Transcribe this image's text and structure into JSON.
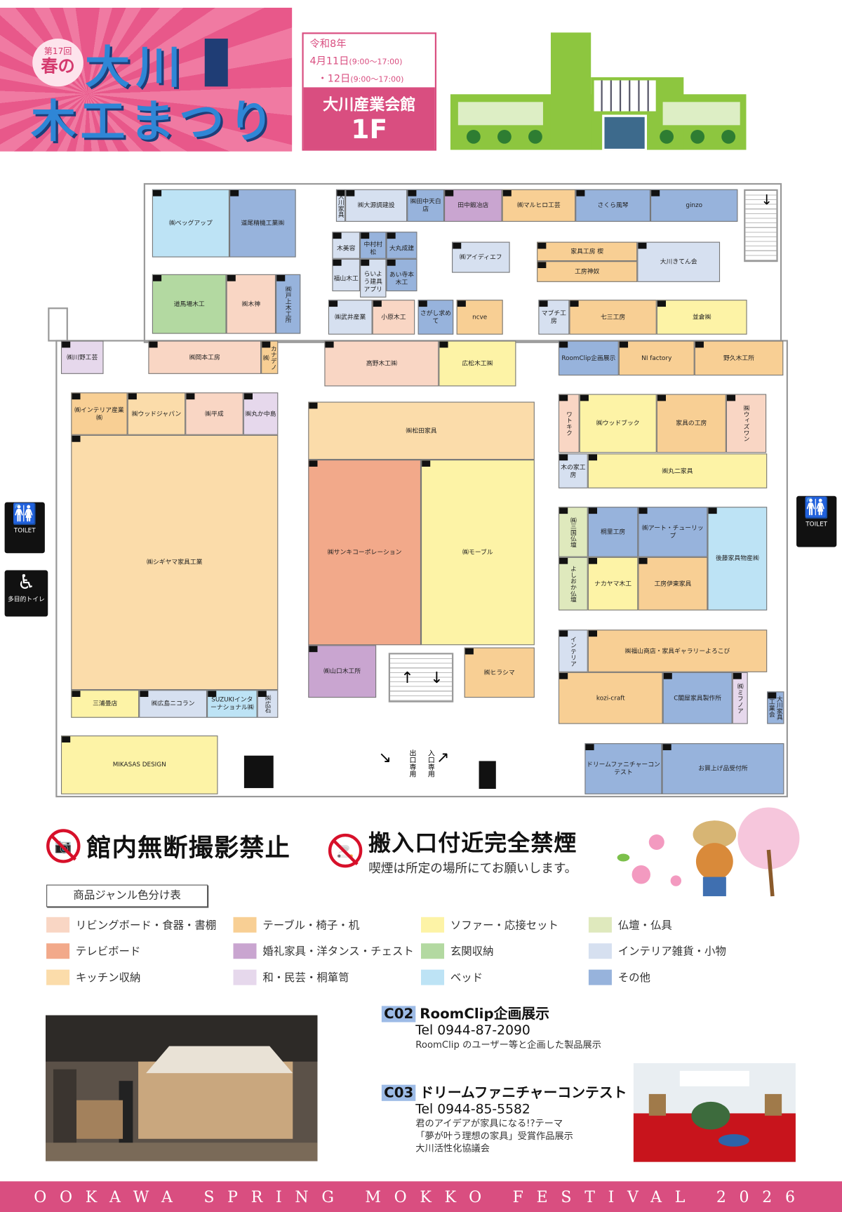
{
  "header": {
    "edition": "第17回",
    "spring": "春の",
    "title_line1": "大川",
    "title_line2": "木工まつり",
    "date_era": "令和8年",
    "date_day1": "4月11日",
    "time_day1": "(9:00〜17:00)",
    "date_day2": "・12日",
    "time_day2": "(9:00〜17:00)",
    "venue": "大川産業会館",
    "floor": "1F"
  },
  "colors": {
    "brand_pink": "#d94e80",
    "living": "#f9d6c4",
    "tv": "#f2a98a",
    "kitchen": "#fbdcaa",
    "table": "#f8cf94",
    "wedding": "#c9a5d0",
    "japanese": "#e6d8ec",
    "sofa": "#fdf3a6",
    "entrance": "#b3d9a1",
    "bed": "#bde3f5",
    "butsudan": "#dfe9bd",
    "interior": "#d6e0f0",
    "other": "#97b3dc"
  },
  "booths": [
    {
      "name": "㈱ベッグアップ",
      "genre": "bed"
    },
    {
      "name": "道尾精機工業㈱",
      "genre": "other"
    },
    {
      "name": "道馬場木工",
      "genre": "entrance"
    },
    {
      "name": "㈱木神",
      "genre": "living"
    },
    {
      "name": "㈱戸上木工所",
      "genre": "other"
    },
    {
      "name": "大川家具",
      "genre": "interior"
    },
    {
      "name": "㈱大源調建設",
      "genre": "interior"
    },
    {
      "name": "㈱田中天白店",
      "genre": "other"
    },
    {
      "name": "田中鍛冶店",
      "genre": "wedding"
    },
    {
      "name": "㈱マルヒロ工芸",
      "genre": "table"
    },
    {
      "name": "さくら風琴",
      "genre": "other"
    },
    {
      "name": "ginzo",
      "genre": "other"
    },
    {
      "name": "木美容",
      "genre": "interior"
    },
    {
      "name": "中村村松",
      "genre": "other"
    },
    {
      "name": "大丸成建",
      "genre": "other"
    },
    {
      "name": "福山木工",
      "genre": "interior"
    },
    {
      "name": "らいよう建具アプリ",
      "genre": "interior"
    },
    {
      "name": "あい寺本木工",
      "genre": "other"
    },
    {
      "name": "㈱アイディエフ",
      "genre": "interior"
    },
    {
      "name": "家具工房 楔",
      "genre": "table"
    },
    {
      "name": "工房神奴",
      "genre": "table"
    },
    {
      "name": "大川きてん会",
      "genre": "interior"
    },
    {
      "name": "㈱武井産業",
      "genre": "interior"
    },
    {
      "name": "小原木工",
      "genre": "living"
    },
    {
      "name": "さがし求めて",
      "genre": "other"
    },
    {
      "name": "ncve",
      "genre": "table"
    },
    {
      "name": "マブチ工房",
      "genre": "interior"
    },
    {
      "name": "七三工房",
      "genre": "table"
    },
    {
      "name": "並倉㈱",
      "genre": "sofa"
    },
    {
      "name": "㈱川野工芸",
      "genre": "japanese"
    },
    {
      "name": "㈱岡本工房",
      "genre": "living"
    },
    {
      "name": "カナデノ㈱",
      "genre": "table"
    },
    {
      "name": "高野木工㈱",
      "genre": "living"
    },
    {
      "name": "広松木工㈱",
      "genre": "sofa"
    },
    {
      "name": "RoomClip企画展示",
      "genre": "other"
    },
    {
      "name": "NI factory",
      "genre": "table"
    },
    {
      "name": "野久木工所",
      "genre": "table"
    },
    {
      "name": "㈱インテリア産業㈱",
      "genre": "table"
    },
    {
      "name": "㈱ウッドジャパン",
      "genre": "kitchen"
    },
    {
      "name": "㈱平成",
      "genre": "living"
    },
    {
      "name": "㈱丸か中島",
      "genre": "japanese"
    },
    {
      "name": "㈱シギヤマ家具工業",
      "genre": "kitchen"
    },
    {
      "name": "三浦畳店",
      "genre": "sofa"
    },
    {
      "name": "㈱広島ニコラン",
      "genre": "interior"
    },
    {
      "name": "SUZUKIインターナショナル㈱",
      "genre": "bed"
    },
    {
      "name": "㈱広石",
      "genre": "interior"
    },
    {
      "name": "MIKASAS DESIGN",
      "genre": "sofa"
    },
    {
      "name": "㈱松田家具",
      "genre": "kitchen"
    },
    {
      "name": "㈱サンキコーポレーション",
      "genre": "tv"
    },
    {
      "name": "㈱モーブル",
      "genre": "sofa"
    },
    {
      "name": "㈱山口木工所",
      "genre": "wedding"
    },
    {
      "name": "㈱ヒラシマ",
      "genre": "table"
    },
    {
      "name": "ワトキク",
      "genre": "living"
    },
    {
      "name": "㈱ウッドブック",
      "genre": "sofa"
    },
    {
      "name": "家具の工房",
      "genre": "table"
    },
    {
      "name": "㈱ウィズワン",
      "genre": "living"
    },
    {
      "name": "木の家工房",
      "genre": "interior"
    },
    {
      "name": "㈱丸二家具",
      "genre": "sofa"
    },
    {
      "name": "㈱三国仏壇",
      "genre": "butsudan"
    },
    {
      "name": "桐里工房",
      "genre": "other"
    },
    {
      "name": "㈱アート・チューリップ",
      "genre": "other"
    },
    {
      "name": "後藤家具物産㈱",
      "genre": "bed"
    },
    {
      "name": "よしおか仏壇",
      "genre": "butsudan"
    },
    {
      "name": "ナカヤマ木工",
      "genre": "sofa"
    },
    {
      "name": "工房伊東家具",
      "genre": "table"
    },
    {
      "name": "インテリア",
      "genre": "interior"
    },
    {
      "name": "㈱福山商店・家具ギャラリーよろこび",
      "genre": "table"
    },
    {
      "name": "kozi-craft",
      "genre": "table"
    },
    {
      "name": "C閣屋家具製作所",
      "genre": "other"
    },
    {
      "name": "㈱ミフノア",
      "genre": "japanese"
    },
    {
      "name": "大川家具工業会",
      "genre": "other"
    },
    {
      "name": "ドリームファニチャーコンテスト",
      "genre": "other"
    },
    {
      "name": "お買上げ品受付所",
      "genre": "other"
    }
  ],
  "map_labels": {
    "toilet": "TOILET",
    "accessible_toilet": "多目的トイレ",
    "entrance_out": "出口専用",
    "entrance_in": "入口専用"
  },
  "notices": {
    "no_photo": "館内無断撮影禁止",
    "no_smoking": "搬入口付近完全禁煙",
    "no_smoking_sub": "喫煙は所定の場所にてお願いします。"
  },
  "legend": {
    "title": "商品ジャンル色分け表",
    "items": [
      {
        "label": "リビングボード・食器・書棚",
        "genre": "living"
      },
      {
        "label": "テーブル・椅子・机",
        "genre": "table"
      },
      {
        "label": "ソファー・応接セット",
        "genre": "sofa"
      },
      {
        "label": "仏壇・仏具",
        "genre": "butsudan"
      },
      {
        "label": "テレビボード",
        "genre": "tv"
      },
      {
        "label": "婚礼家具・洋タンス・チェスト",
        "genre": "wedding"
      },
      {
        "label": "玄関収納",
        "genre": "entrance"
      },
      {
        "label": "インテリア雑貨・小物",
        "genre": "interior"
      },
      {
        "label": "キッチン収納",
        "genre": "kitchen"
      },
      {
        "label": "和・民芸・桐箪笥",
        "genre": "japanese"
      },
      {
        "label": "ベッド",
        "genre": "bed"
      },
      {
        "label": "その他",
        "genre": "other"
      }
    ]
  },
  "features": [
    {
      "code": "C02",
      "title": "RoomClip企画展示",
      "tel": "Tel 0944-87-2090",
      "desc": [
        "RoomClip のユーザー等と企画した製品展示"
      ]
    },
    {
      "code": "C03",
      "title": "ドリームファニチャーコンテスト",
      "tel": "Tel 0944-85-5582",
      "desc": [
        "君のアイデアが家具になる!?テーマ",
        "「夢が叶う理想の家具」受賞作品展示",
        "大川活性化協議会"
      ]
    }
  ],
  "footer": "OOKAWA SPRING MOKKO FESTIVAL 2026"
}
